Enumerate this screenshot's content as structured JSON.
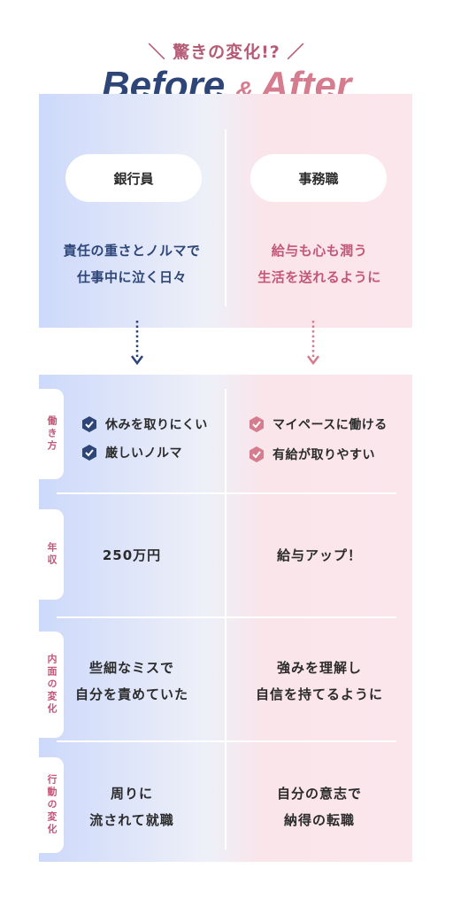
{
  "header": {
    "subtitle": "＼ 驚きの変化!? ／",
    "before": "Before",
    "amp": "&",
    "after": "After"
  },
  "colors": {
    "navy": "#2d4577",
    "pink": "#c2587a",
    "accent_pink": "#d57c8e"
  },
  "jobs": {
    "before": "銀行員",
    "after": "事務職"
  },
  "summary": {
    "before_line1": "責任の重さとノルマで",
    "before_line2": "仕事中に泣く日々",
    "after_line1": "給与も心も潤う",
    "after_line2": "生活を送れるように"
  },
  "rows": {
    "work_style": {
      "label": "働き方",
      "before": [
        "休みを取りにくい",
        "厳しいノルマ"
      ],
      "after": [
        "マイペースに働ける",
        "有給が取りやすい"
      ],
      "icon": "check-badge-icon"
    },
    "income": {
      "label": "年収",
      "before": "250万円",
      "after": "給与アップ！"
    },
    "inner_change": {
      "label": "内面の変化",
      "before_line1": "些細なミスで",
      "before_line2": "自分を責めていた",
      "after_line1": "強みを理解し",
      "after_line2": "自信を持てるように"
    },
    "action_change": {
      "label": "行動の変化",
      "before_line1": "周りに",
      "before_line2": "流されて就職",
      "after_line1": "自分の意志で",
      "after_line2": "納得の転職"
    }
  }
}
